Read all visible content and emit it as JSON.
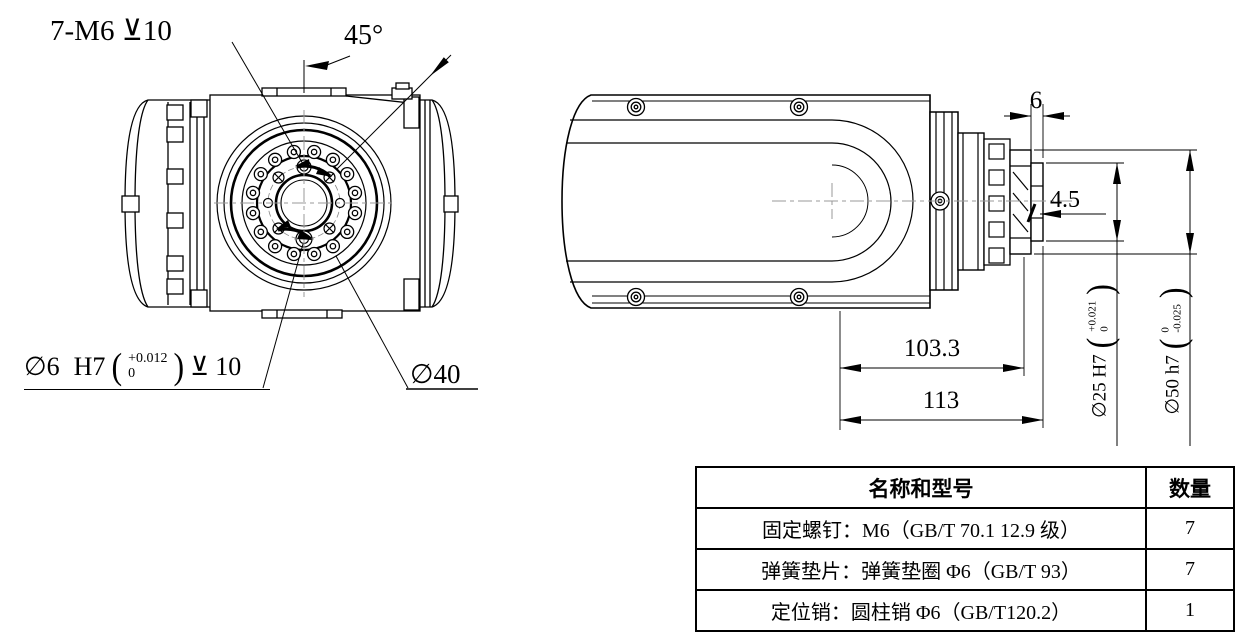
{
  "front": {
    "thread_callout": "7-M6 ⊻10",
    "angle": "45°",
    "dia40": "∅40",
    "dowel": {
      "dia": "∅6",
      "fit": "H7",
      "open": "(",
      "tol_top": "+0.012",
      "tol_bottom": "0",
      "close": ")",
      "depth_symbol": "⊻",
      "depth": "10"
    }
  },
  "side": {
    "dim6": "6",
    "dim45": "4.5",
    "dim1033": "103.3",
    "dim113": "113",
    "bore": {
      "prefix": "∅25 H7",
      "open": "(",
      "tol_top": "+0.021",
      "tol_bottom": "0",
      "close": ")"
    },
    "flange": {
      "prefix": "∅50 h7",
      "open": "(",
      "tol_top": "0",
      "tol_bottom": "-0.025",
      "close": ")"
    }
  },
  "parts_table": {
    "header_name": "名称和型号",
    "header_qty": "数量",
    "rows": [
      {
        "name": "固定螺钉：M6（GB/T 70.1 12.9 级）",
        "qty": "7"
      },
      {
        "name": "弹簧垫片：弹簧垫圈 Φ6（GB/T 93）",
        "qty": "7"
      },
      {
        "name": "定位销：圆柱销 Φ6（GB/T120.2）",
        "qty": "1"
      }
    ]
  },
  "colors": {
    "line": "#000000",
    "centerline": "#999999",
    "background": "#ffffff"
  }
}
